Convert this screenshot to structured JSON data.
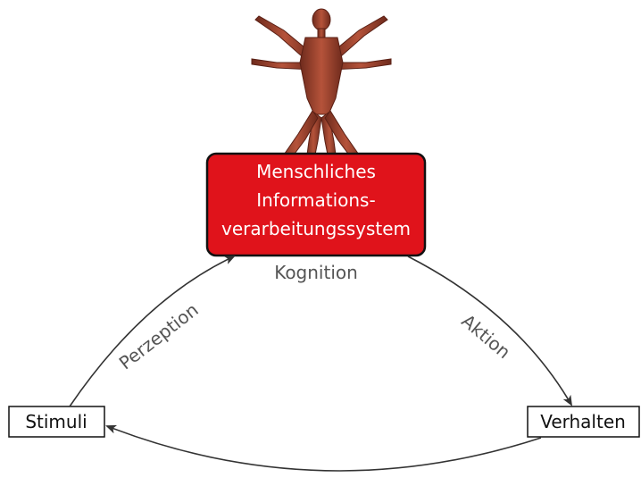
{
  "figure": {
    "central_box": {
      "line1": "Menschliches",
      "line2": "Informations-",
      "line3": "verarbeitungssystem",
      "fill_color": "#e0131b",
      "text_color": "#ffffff"
    },
    "central_caption": "Kognition",
    "left_node": "Stimuli",
    "right_node": "Verhalten",
    "edge_left_label": "Perzeption",
    "edge_right_label": "Aktion",
    "illustration": "anatomical-human-figure",
    "arrow_color": "#333333",
    "label_color": "#555555"
  }
}
